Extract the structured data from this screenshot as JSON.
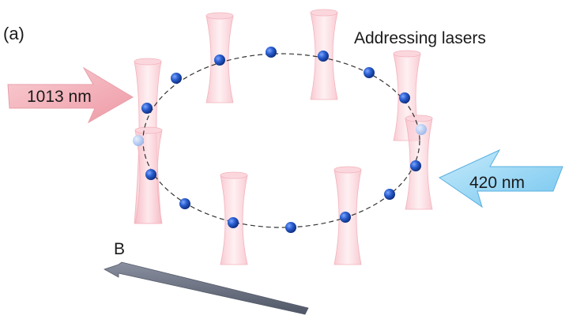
{
  "panel_label": "(a)",
  "addressing_label": "Addressing lasers",
  "left_arrow": {
    "label": "1013 nm",
    "color": "#f4b7bd"
  },
  "right_arrow": {
    "label": "420 nm",
    "color": "#9ed8f5"
  },
  "field_label": "B",
  "colors": {
    "beam": "#f8c9d0",
    "atom": "#1f4fb5",
    "ring": "#333333",
    "field_arrow": "#6b7180"
  }
}
